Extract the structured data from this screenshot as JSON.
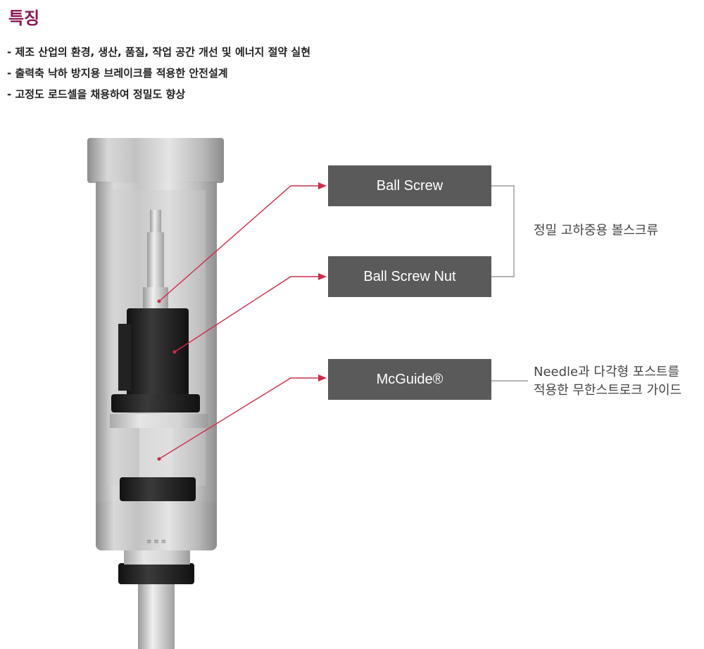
{
  "title": "특징",
  "features": [
    "- 제조 산업의 환경, 생산, 품질, 작업 공간 개선 및 에너지 절약 실현",
    "- 출력축 낙하 방지용 브레이크를 적용한 안전설계",
    "- 고정도 로드셀을 채용하여 정밀도 향상"
  ],
  "callouts": {
    "ball_screw": "Ball Screw",
    "ball_screw_nut": "Ball Screw Nut",
    "mcguide": "McGuide®"
  },
  "descriptions": {
    "ball_screw_group": "정밀 고하중용 볼스크류",
    "mcguide_line1": "Needle과 다각형 포스트를",
    "mcguide_line2": "적용한 무한스트로크 가이드"
  },
  "colors": {
    "title": "#8a1a56",
    "label_bg": "#5a5a5a",
    "arrow": "#d12a4a"
  }
}
